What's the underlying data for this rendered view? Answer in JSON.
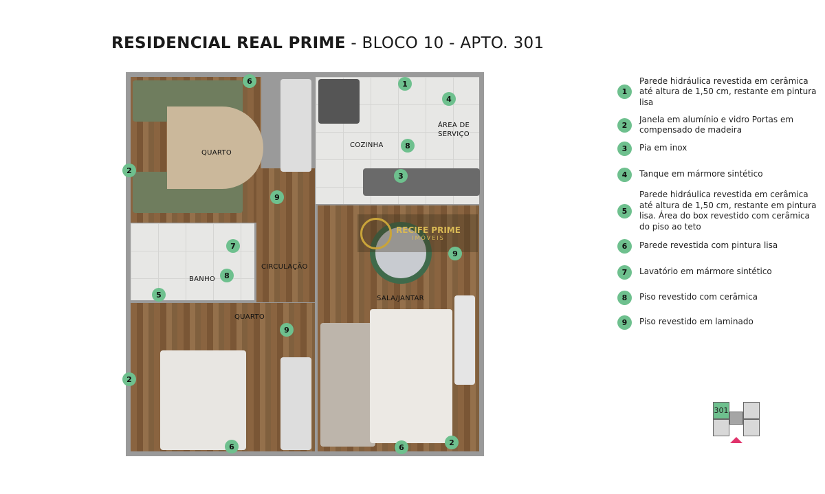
{
  "title": {
    "bold": "RESIDENCIAL REAL PRIME",
    "rest": " - BLOCO 10 - APTO. 301"
  },
  "rooms": {
    "quarto1": "QUARTO",
    "cozinha": "COZINHA",
    "area_servico": "ÁREA DE SERVIÇO",
    "banho": "BANHO",
    "circulacao": "CIRCULAÇÃO",
    "quarto2": "QUARTO",
    "sala": "SALA/JANTAR"
  },
  "plan_markers": [
    "6",
    "1",
    "4",
    "8",
    "2",
    "3",
    "9",
    "7",
    "9",
    "8",
    "5",
    "9",
    "2",
    "6",
    "6",
    "2"
  ],
  "watermark": {
    "name": "RECIFE PRIME",
    "sub": "IMÓVEIS"
  },
  "legend": [
    {
      "n": "1",
      "text": "Parede hidráulica revestida em cerâmica até altura de 1,50 cm, restante em pintura lisa"
    },
    {
      "n": "2",
      "text": "Janela em alumínio e vidro Portas em compensado de madeira"
    },
    {
      "n": "3",
      "text": "Pia em inox"
    },
    {
      "n": "4",
      "text": "Tanque em mármore sintético"
    },
    {
      "n": "5",
      "text": "Parede hidráulica revestida em cerâmica até altura de 1,50 cm, restante em pintura lisa. Área do box revestido com cerâmica do piso ao teto"
    },
    {
      "n": "6",
      "text": "Parede revestida com pintura lisa"
    },
    {
      "n": "7",
      "text": "Lavatório em mármore sintético"
    },
    {
      "n": "8",
      "text": "Piso revestido com cerâmica"
    },
    {
      "n": "9",
      "text": "Piso revestido em laminado"
    }
  ],
  "key_plan": {
    "unit": "301"
  },
  "colors": {
    "marker": "#6ec08e",
    "arrow": "#e0336b"
  }
}
